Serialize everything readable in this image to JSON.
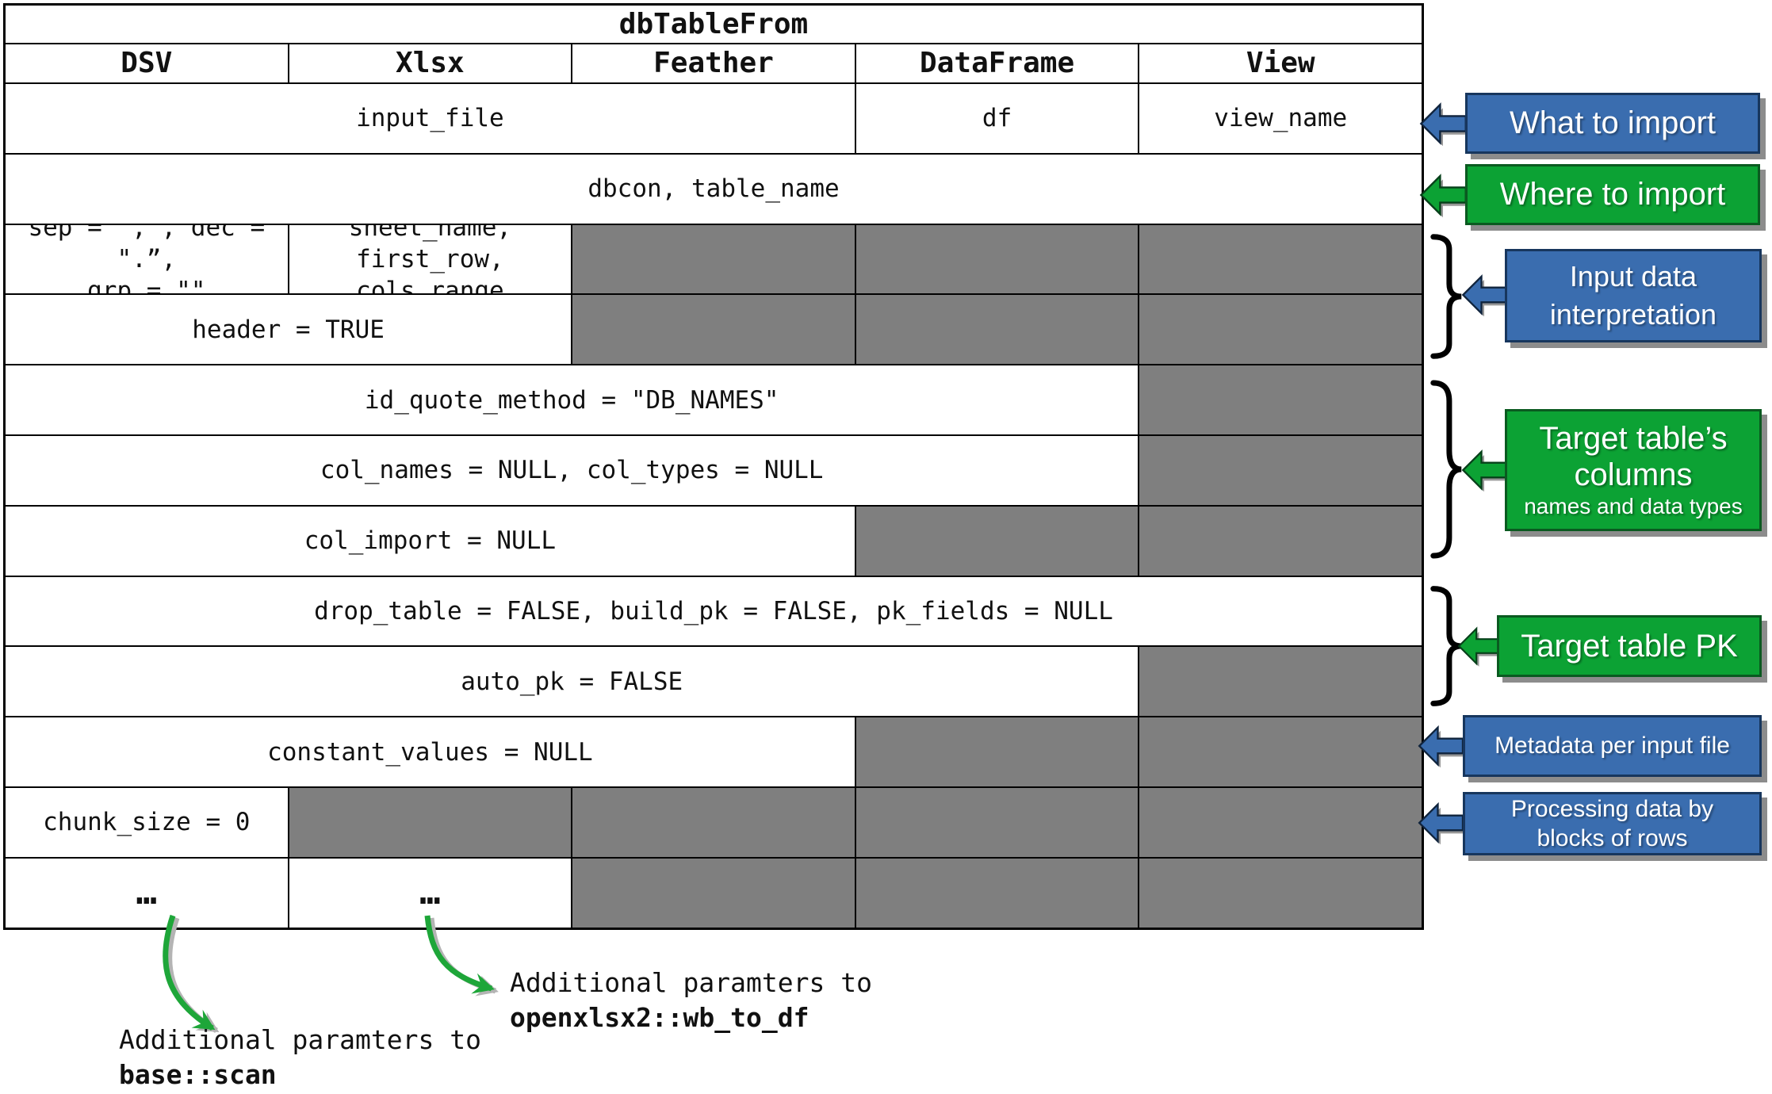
{
  "colors": {
    "annotation_blue": "#3A6DAF",
    "annotation_green": "#0CA234",
    "blue_border": "#17365D",
    "green_border": "#0A5A20",
    "gray_cell": "#7F7F7F",
    "arrow_green": "#1EA639"
  },
  "table": {
    "title": "dbTableFrom",
    "columns": [
      "DSV",
      "Xlsx",
      "Feather",
      "DataFrame",
      "View"
    ],
    "cells": {
      "input_file": "input_file",
      "df": "df",
      "view_name": "view_name",
      "dbcon_table_name": "dbcon, table_name",
      "dsv_sep_line1": "sep = \",”, dec = \".”,",
      "dsv_sep_line2": "grp = \"\"",
      "xlsx_params_line1": "sheet_name, first_row,",
      "xlsx_params_line2": "cols_range",
      "header_param": "header = TRUE",
      "id_quote_method": "id_quote_method = \"DB_NAMES\"",
      "col_names_types": "col_names = NULL, col_types = NULL",
      "col_import": "col_import = NULL",
      "drop_table_pk": "drop_table = FALSE, build_pk = FALSE, pk_fields = NULL",
      "auto_pk": "auto_pk = FALSE",
      "constant_values": "constant_values = NULL",
      "chunk_size": "chunk_size = 0",
      "ellipsis_dsv": "…",
      "ellipsis_xlsx": "…"
    }
  },
  "annotations": [
    {
      "id": "what-to-import",
      "color": "blue",
      "lines": [
        "What to import"
      ]
    },
    {
      "id": "where-to-import",
      "color": "green",
      "lines": [
        "Where to import"
      ]
    },
    {
      "id": "input-data-interpretation",
      "color": "blue",
      "lines": [
        "Input data",
        "interpretation"
      ]
    },
    {
      "id": "target-table-columns",
      "color": "green",
      "lines": [
        "Target table’s",
        "columns"
      ],
      "subline": "names and data types"
    },
    {
      "id": "target-table-pk",
      "color": "green",
      "lines": [
        "Target table PK"
      ]
    },
    {
      "id": "metadata-per-input-file",
      "color": "blue",
      "lines": [
        "Metadata per input file"
      ]
    },
    {
      "id": "processing-by-blocks",
      "color": "blue",
      "lines": [
        "Processing data by",
        "blocks of rows"
      ]
    }
  ],
  "footnotes": [
    {
      "line1": "Additional paramters to",
      "code": "base::scan"
    },
    {
      "line1": "Additional paramters to",
      "code": "openxlsx2::wb_to_df"
    }
  ]
}
